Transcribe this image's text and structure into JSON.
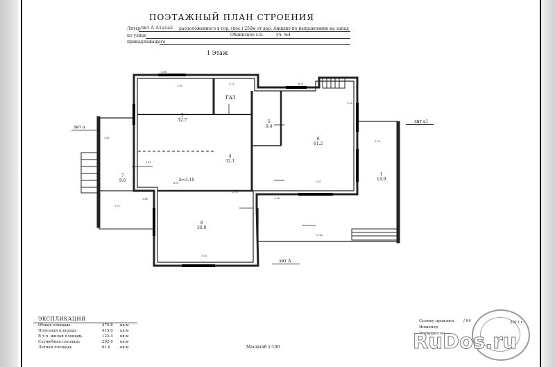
{
  "header": {
    "title": "ПОЭТАЖНЫЙ ПЛАН СТРОЕНИЯ",
    "line1_label": "Литер",
    "line1_value": "лит А А1а1а2",
    "line1_text": "расположенного в гор. (пос.) 250м от дер. Анцыно по направлению на запад",
    "line2_label": "по улице",
    "line2_value": "Обнинское с.п.",
    "line2_house": "уч. №4",
    "line3_label": "принадлежащего"
  },
  "plan": {
    "floor_label": "1 Этаж",
    "axis_left": "лит а",
    "axis_right": "лит а1",
    "axis_bottom": "лит А",
    "room_label_garage": "ГАЗ",
    "height_label": "h=3.10",
    "rooms": [
      {
        "num": "3",
        "area": "32.7"
      },
      {
        "num": "4",
        "area": "32.1"
      },
      {
        "num": "5",
        "area": "9.4"
      },
      {
        "num": "6",
        "area": "61.2"
      },
      {
        "num": "7",
        "area": "9.6"
      },
      {
        "num": "8",
        "area": "30.0"
      },
      {
        "num": "1",
        "area": "14.9"
      }
    ]
  },
  "explication": {
    "title": "ЭКСПЛИКАЦИЯ",
    "rows": [
      {
        "label": "Общая площадь",
        "value": "476.8",
        "unit": "кв.м"
      },
      {
        "label": "Полезная площадь",
        "value": "415.0",
        "unit": "кв.м"
      },
      {
        "label": "В т.ч. жилая площадь",
        "value": "122.4",
        "unit": "кв.м"
      },
      {
        "label": "Служебная площадь",
        "value": "292.6",
        "unit": "кв.м"
      },
      {
        "label": "Летняя площадь",
        "value": "61.8",
        "unit": "кв.м"
      }
    ],
    "scale": "Масштаб 1:100"
  },
  "signoff": {
    "survey": "Съемку произвел",
    "date_fragment": "/ 04",
    "engineer": "Инженер",
    "checked": "Проверил на",
    "year": "2012 г."
  },
  "watermark": "RuDos.ru"
}
